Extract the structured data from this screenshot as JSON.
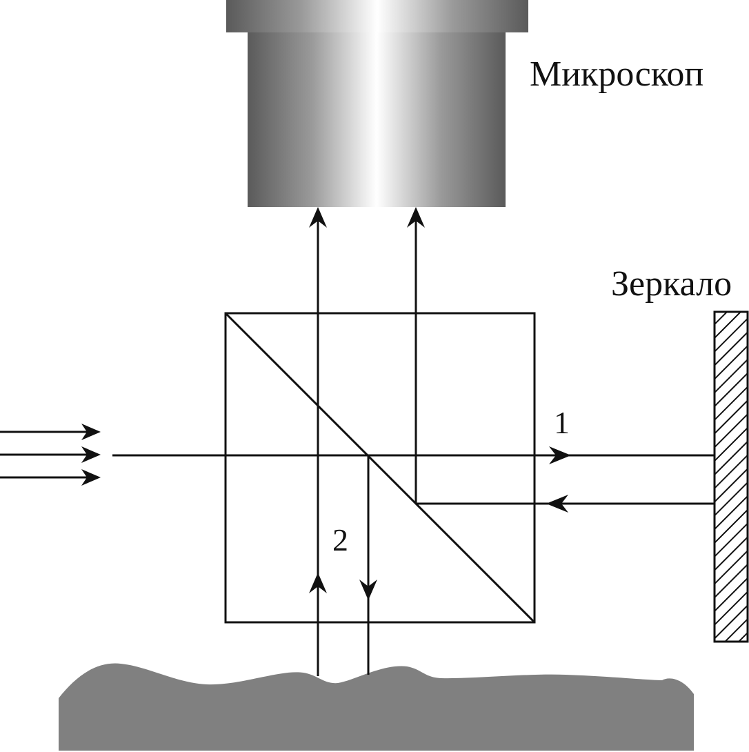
{
  "labels": {
    "microscope": "Микроскоп",
    "mirror": "Зеркало",
    "beam_1": "1",
    "beam_2": "2"
  },
  "colors": {
    "ink": "#111111",
    "sample_fill": "#808080",
    "microscope_dark": "#5a5a5a",
    "microscope_light": "#ffffff",
    "background": "#ffffff"
  },
  "icons": {
    "incoming_beams": "triple-arrow-right-icon",
    "mirror_hatching": "hatched-mirror-icon"
  }
}
